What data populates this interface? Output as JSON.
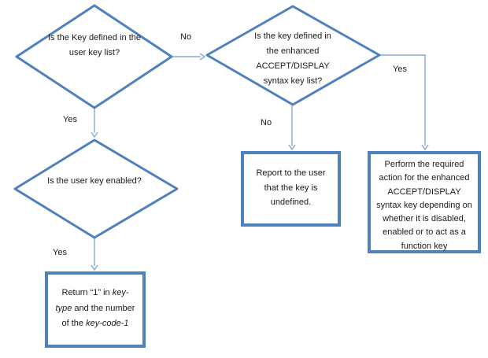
{
  "colors": {
    "shape_border": "#4f81bd",
    "connector": "#84a9da",
    "text": "#1a1a1a",
    "background": "#ffffff"
  },
  "nodes": {
    "user_key_defined": {
      "shape": "diamond",
      "text": "Is the Key defined in the user key list?"
    },
    "enhanced_key_defined": {
      "shape": "diamond",
      "text": "Is the key defined in the enhanced ACCEPT/DISPLAY syntax key list?"
    },
    "user_key_enabled": {
      "shape": "diamond",
      "text": "Is the user key enabled?"
    },
    "report_undefined": {
      "shape": "rect",
      "text": "Report to the user that the key is undefined."
    },
    "perform_action": {
      "shape": "rect",
      "text": "Perform the required action for the enhanced ACCEPT/DISPLAY syntax key depending on whether it is disabled, enabled or to act as a function key"
    },
    "return_key_type": {
      "shape": "rect",
      "segments": [
        {
          "text": "Return “1” in ",
          "italic": false
        },
        {
          "text": "key-type",
          "italic": true
        },
        {
          "text": " and the number of the ",
          "italic": false
        },
        {
          "text": "key-code-1",
          "italic": true
        }
      ]
    }
  },
  "edges": [
    {
      "from": "user_key_defined",
      "to": "enhanced_key_defined",
      "label": "No"
    },
    {
      "from": "user_key_defined",
      "to": "user_key_enabled",
      "label": "Yes"
    },
    {
      "from": "user_key_enabled",
      "to": "return_key_type",
      "label": "Yes"
    },
    {
      "from": "enhanced_key_defined",
      "to": "report_undefined",
      "label": "No"
    },
    {
      "from": "enhanced_key_defined",
      "to": "perform_action",
      "label": "Yes"
    }
  ]
}
